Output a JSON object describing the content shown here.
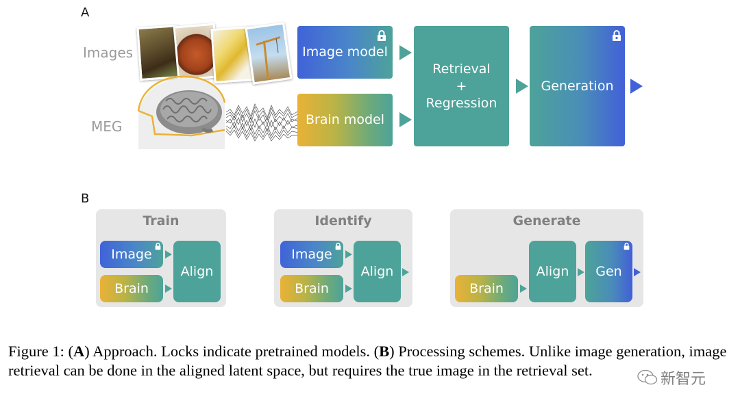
{
  "panel_a": {
    "letter": "A",
    "images_label": "Images",
    "meg_label": "MEG",
    "image_model": "Image model",
    "brain_model": "Brain model",
    "retrieval_line1": "Retrieval",
    "retrieval_line2": "+",
    "retrieval_line3": "Regression",
    "generation": "Generation",
    "thumbnails": [
      "bear-photo",
      "basketball-photo",
      "banana-photo",
      "crane-photo"
    ]
  },
  "panel_b": {
    "letter": "B",
    "schemes": [
      {
        "title": "Train",
        "image": "Image",
        "brain": "Brain",
        "align": "Align"
      },
      {
        "title": "Identify",
        "image": "Image",
        "brain": "Brain",
        "align": "Align"
      },
      {
        "title": "Generate",
        "brain": "Brain",
        "align": "Align",
        "gen": "Gen"
      }
    ]
  },
  "caption": {
    "fig_label": "Figure 1: (",
    "a": "A",
    "part1": ") Approach. Locks indicate pretrained models. (",
    "b": "B",
    "part2": ") Processing schemes. Unlike image generation, image retrieval can be done in the aligned latent space, but requires the true image in the retrieval set."
  },
  "watermark": "新智元",
  "colors": {
    "teal": "#4da399",
    "blue": "#4260d8",
    "yellow": "#e9b236",
    "scheme_bg": "#e6e6e6",
    "label_gray": "#9a9a9a"
  }
}
